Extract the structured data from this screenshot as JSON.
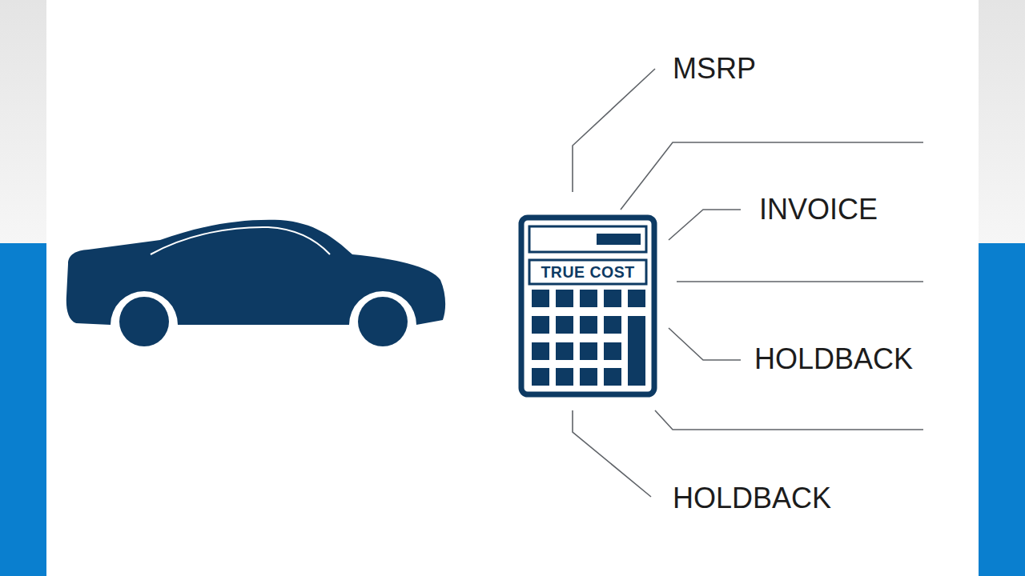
{
  "diagram": {
    "nodes": [
      {
        "text": [
          "TRUE COST"
        ]
      }
    ],
    "labels": [
      "MSRP",
      "INVOICE",
      "HOLDBACK",
      "HOLDBACK"
    ]
  }
}
